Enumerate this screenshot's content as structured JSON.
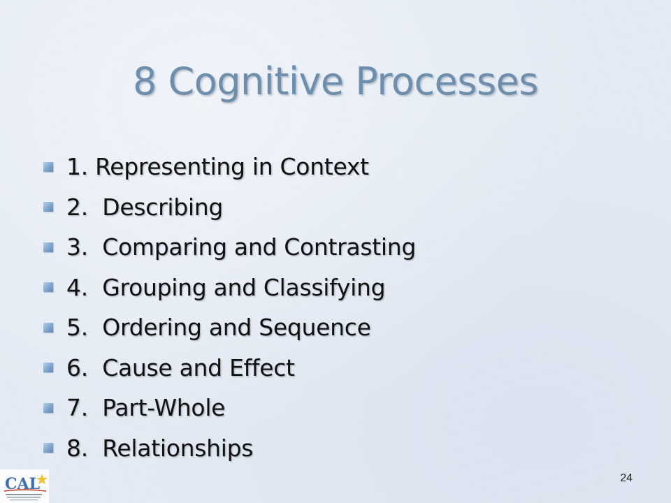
{
  "slide": {
    "title": "8 Cognitive Processes",
    "bullets": [
      "1. Representing in Context",
      "2.  Describing",
      "3.  Comparing and Contrasting",
      "4.  Grouping and Classifying",
      "5.  Ordering and Sequence",
      "6.  Cause and Effect",
      "7.  Part-Whole",
      "8.  Relationships"
    ],
    "page_number": "24",
    "logo": {
      "text": "CAL",
      "icon": "cal-logo-icon",
      "colors": {
        "letters": "#3f6fb0",
        "star": "#f2c12e",
        "underline": "#c0392b"
      }
    }
  },
  "colors": {
    "background": "#e4ebf4",
    "title": "#6e8eab",
    "bullet_text": "#111111",
    "bullet_marker": "#7fa5cd"
  }
}
